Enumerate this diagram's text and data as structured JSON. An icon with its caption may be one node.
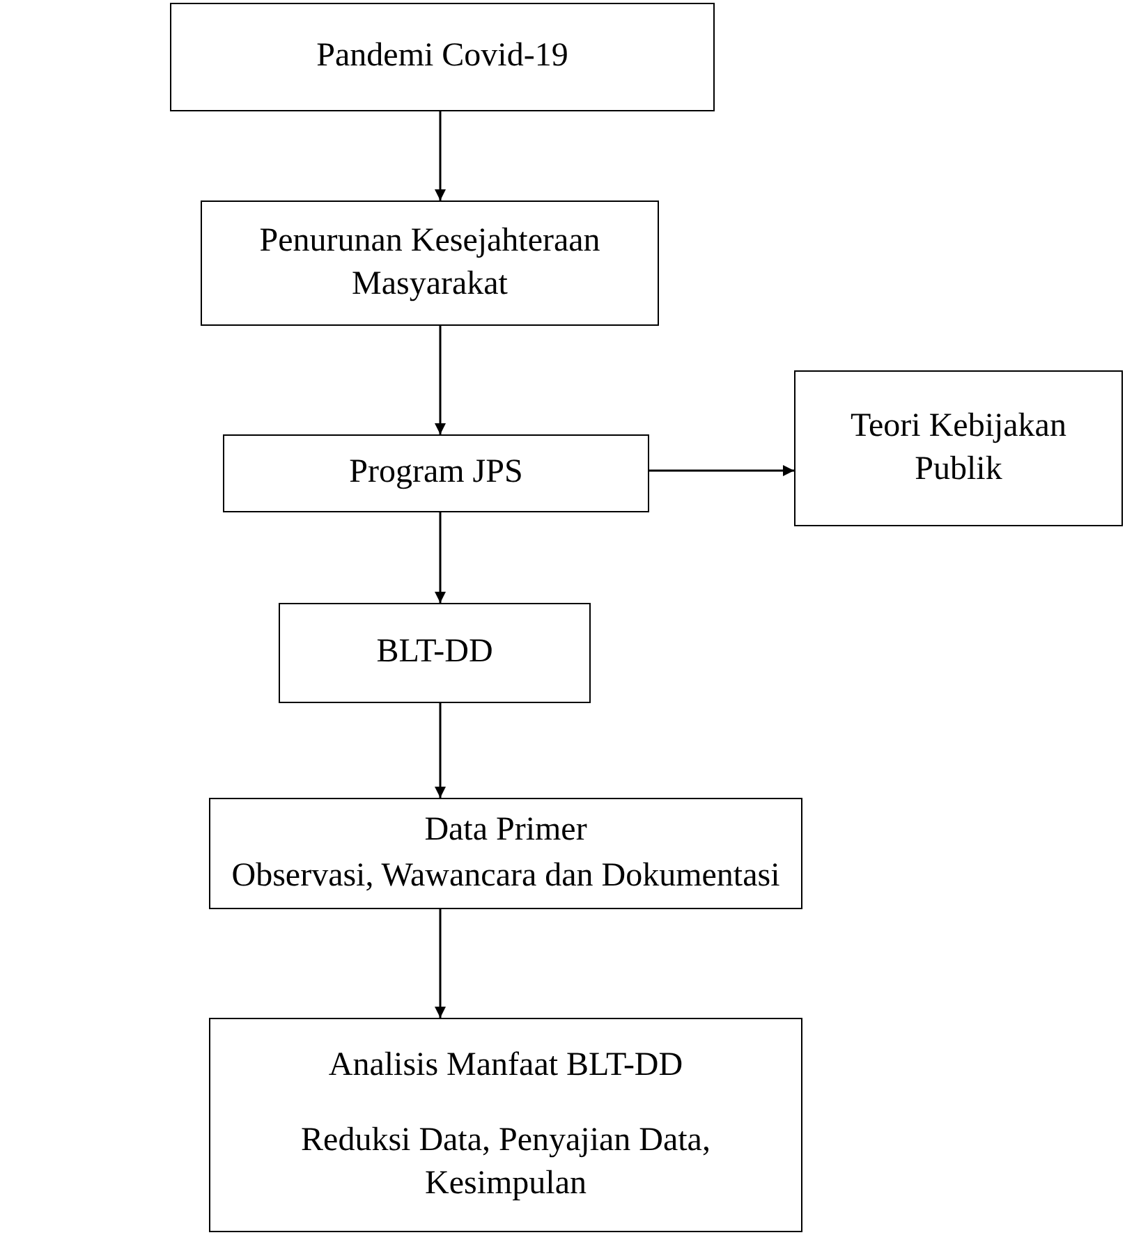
{
  "diagram": {
    "nodes": [
      {
        "text": [
          "Pandemi Covid-19"
        ]
      },
      {
        "text": [
          "Penurunan Kesejahteraan Masyarakat"
        ]
      },
      {
        "text": [
          "Program JPS"
        ]
      },
      {
        "text": [
          "Teori Kebijakan Publik"
        ]
      },
      {
        "text": [
          "BLT-DD"
        ]
      },
      {
        "text": [
          "Data Primer",
          "Observasi, Wawancara dan Dokumentasi"
        ]
      },
      {
        "text": [
          "Analisis Manfaat BLT-DD",
          "Reduksi Data, Penyajian Data, Kesimpulan"
        ]
      }
    ],
    "edges": [
      {
        "from": 0,
        "to": 1,
        "arrow": "to"
      },
      {
        "from": 1,
        "to": 2,
        "arrow": "to"
      },
      {
        "from": 2,
        "to": 3,
        "arrow": "to"
      },
      {
        "from": 2,
        "to": 4,
        "arrow": "to"
      },
      {
        "from": 4,
        "to": 5,
        "arrow": "to"
      },
      {
        "from": 5,
        "to": 6,
        "arrow": "to"
      }
    ]
  }
}
